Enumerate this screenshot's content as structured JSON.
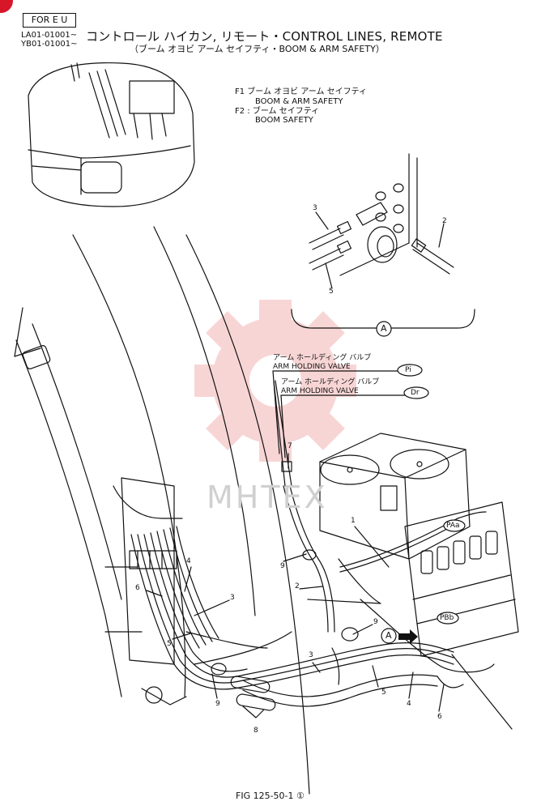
{
  "header": {
    "tag": "FOR E U",
    "serial_1": "LA01-01001~",
    "serial_2": "YB01-01001~",
    "title": "コントロール ハイカン,  リモート・CONTROL LINES, REMOTE",
    "subtitle": "（ブーム オヨビ アーム セイフティ・BOOM & ARM SAFETY）"
  },
  "notes": {
    "f1_jp": "F1  ブーム オヨビ アーム セイフティ",
    "f1_en": "BOOM & ARM SAFETY",
    "f2_jp": "F2 : ブーム セイフティ",
    "f2_en": "BOOM SAFETY"
  },
  "callouts": {
    "arm_holding_1_jp": "アーム ホールディング バルブ",
    "arm_holding_1_en": "ARM HOLDING VALVE",
    "arm_holding_1_port": "Pi",
    "arm_holding_2_jp": "アーム ホールディング バルブ",
    "arm_holding_2_en": "ARM HOLDING VALVE",
    "arm_holding_2_port": "Dr",
    "port_paa": "PAa",
    "port_pbb": "PBb",
    "detail_marker": "A",
    "view_marker": "A"
  },
  "part_numbers": {
    "p1": "1",
    "p2_detail": "2",
    "p2": "2",
    "p3_detail": "3",
    "p3a": "3",
    "p3b": "3",
    "p4a": "4",
    "p4b": "4",
    "p5_detail": "5",
    "p5a": "5",
    "p5b": "5",
    "p6a": "6",
    "p6b": "6",
    "p7": "7",
    "p8": "8",
    "p9a": "9",
    "p9b": "9",
    "p9c": "9"
  },
  "watermark": "MHTEX",
  "footer": {
    "figure": "FIG 125-50-1 ①"
  },
  "colors": {
    "line": "#111111",
    "watermark": "#f2b8b8",
    "corner": "#d8162a"
  }
}
